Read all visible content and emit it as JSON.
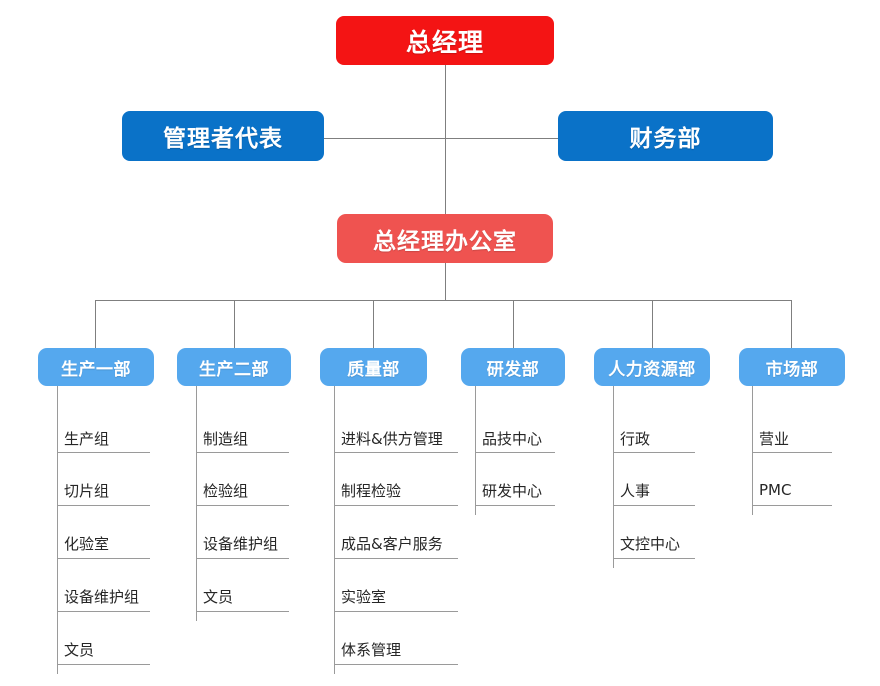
{
  "diagram": {
    "type": "organization-chart",
    "title_node": {
      "label": "总经理",
      "color": "#f41414"
    },
    "level2": [
      {
        "label": "管理者代表",
        "color": "#0a72c8"
      },
      {
        "label": "财务部",
        "color": "#0a72c8"
      }
    ],
    "office": {
      "label": "总经理办公室",
      "color": "#ef5350"
    },
    "departments": [
      {
        "label": "生产一部",
        "color": "#55a8ee",
        "children": [
          "生产组",
          "切片组",
          "化验室",
          "设备维护组",
          "文员"
        ]
      },
      {
        "label": "生产二部",
        "color": "#55a8ee",
        "children": [
          "制造组",
          "检验组",
          "设备维护组",
          "文员"
        ]
      },
      {
        "label": "质量部",
        "color": "#55a8ee",
        "children": [
          "进料&供方管理",
          "制程检验",
          "成品&客户服务",
          "实验室",
          "体系管理"
        ]
      },
      {
        "label": "研发部",
        "color": "#55a8ee",
        "children": [
          "品技中心",
          "研发中心"
        ]
      },
      {
        "label": "人力资源部",
        "color": "#55a8ee",
        "children": [
          "行政",
          "人事",
          "文控中心"
        ]
      },
      {
        "label": "市场部",
        "color": "#55a8ee",
        "children": [
          "营业",
          "PMC"
        ]
      }
    ],
    "connector_color": "#7f7f7f"
  }
}
